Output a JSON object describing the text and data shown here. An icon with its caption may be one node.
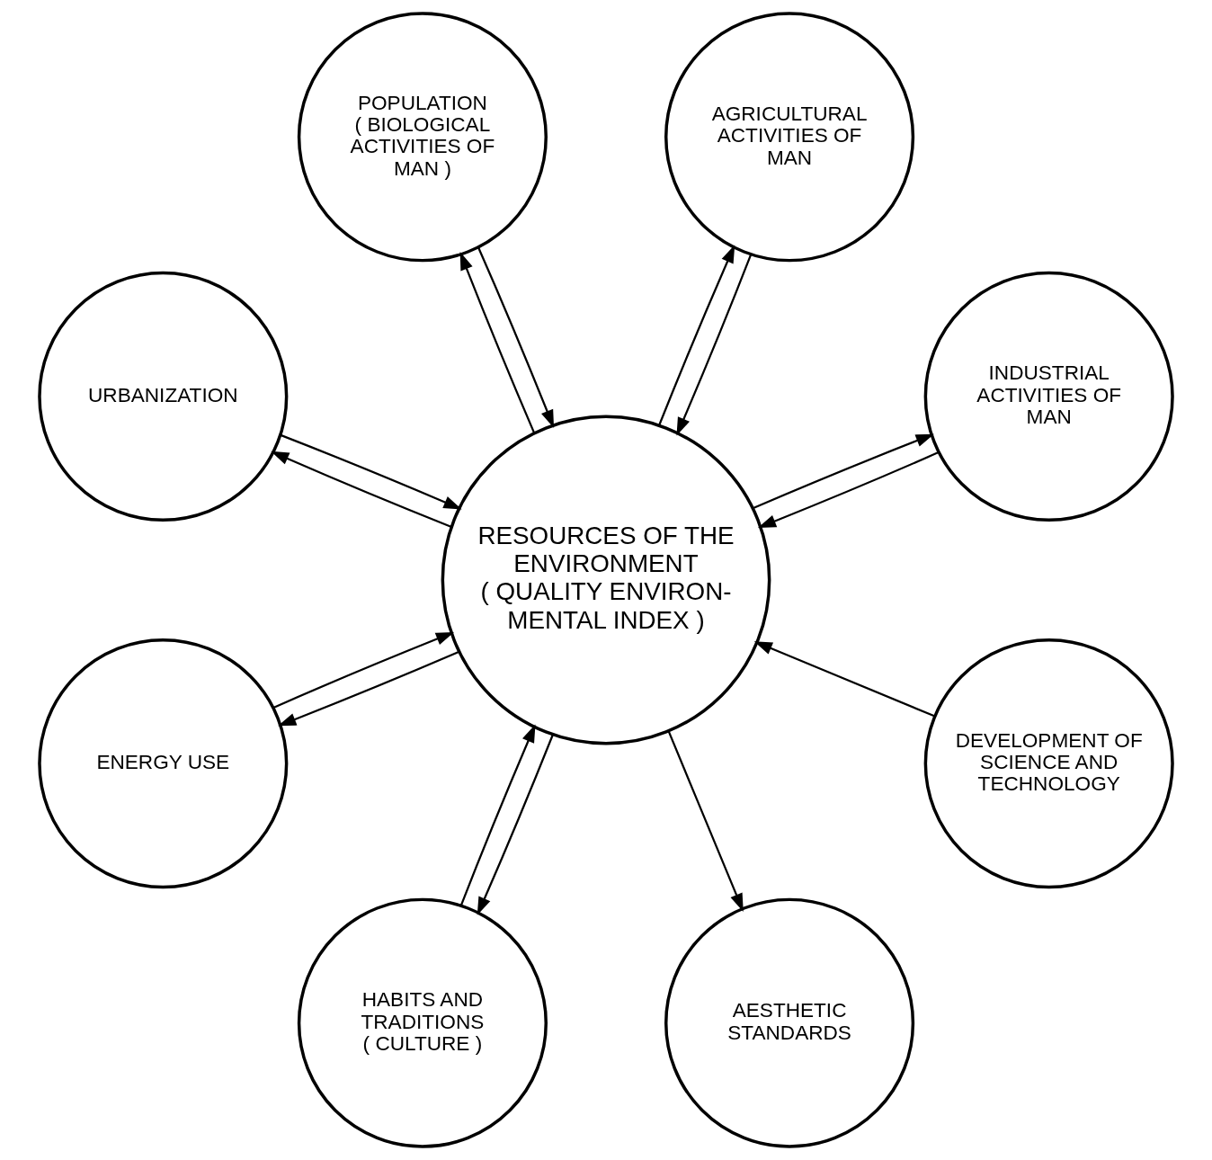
{
  "diagram": {
    "nodes": [
      {
        "text": [
          "RESOURCES OF THE ENVIRONMENT",
          "( QUALITY ENVIRON- MENTAL INDEX )"
        ]
      },
      {
        "text": [
          "INDUSTRIAL ACTIVITIES OF MAN"
        ]
      },
      {
        "text": [
          "AGRICULTURAL ACTIVITIES OF MAN"
        ]
      },
      {
        "text": [
          "POPULATION",
          "( BIOLOGICAL ACTIVITIES OF MAN )"
        ]
      },
      {
        "text": [
          "URBANIZATION"
        ]
      },
      {
        "text": [
          "ENERGY USE"
        ]
      },
      {
        "text": [
          "DEVELOPMENT OF SCIENCE AND TECHNOLOGY"
        ]
      },
      {
        "text": [
          "HABITS AND TRADITIONS",
          "( CULTURE )"
        ]
      },
      {
        "text": [
          "AESTHETIC STANDARDS"
        ]
      }
    ],
    "edges": [
      {
        "from": 1,
        "to": 0,
        "arrow": "to"
      },
      {
        "from": 0,
        "to": 1,
        "arrow": "to"
      },
      {
        "from": 0,
        "to": 2,
        "arrow": "to"
      },
      {
        "from": 2,
        "to": 0,
        "arrow": "to"
      },
      {
        "from": 0,
        "to": 3,
        "arrow": "to"
      },
      {
        "from": 3,
        "to": 0,
        "arrow": "to"
      },
      {
        "from": 0,
        "to": 4,
        "arrow": "to"
      },
      {
        "from": 4,
        "to": 0,
        "arrow": "to"
      },
      {
        "from": 5,
        "to": 0,
        "arrow": "to"
      },
      {
        "from": 0,
        "to": 5,
        "arrow": "to"
      },
      {
        "from": 6,
        "to": 0,
        "arrow": "to"
      },
      {
        "from": 7,
        "to": 0,
        "arrow": "to"
      },
      {
        "from": 0,
        "to": 7,
        "arrow": "to"
      },
      {
        "from": 0,
        "to": 8,
        "arrow": "to"
      }
    ]
  }
}
